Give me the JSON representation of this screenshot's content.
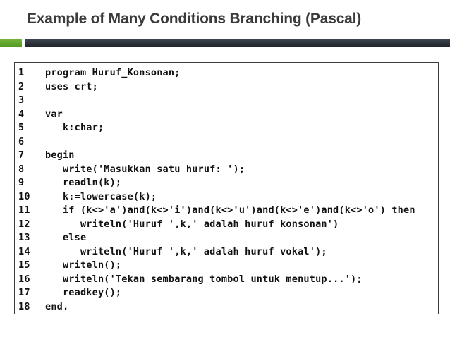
{
  "slide": {
    "title": "Example of Many Conditions Branching (Pascal)"
  },
  "colors": {
    "accent_green": "#5fa82d",
    "accent_dark": "#272c33",
    "title_text": "#3a3a3a",
    "code_text": "#111111",
    "border": "#3c3c3c"
  },
  "code": {
    "language": "Pascal",
    "lines": [
      {
        "num": "1",
        "text": "program Huruf_Konsonan;"
      },
      {
        "num": "2",
        "text": "uses crt;"
      },
      {
        "num": "3",
        "text": ""
      },
      {
        "num": "4",
        "text": "var"
      },
      {
        "num": "5",
        "text": "   k:char;"
      },
      {
        "num": "6",
        "text": ""
      },
      {
        "num": "7",
        "text": "begin"
      },
      {
        "num": "8",
        "text": "   write('Masukkan satu huruf: ');"
      },
      {
        "num": "9",
        "text": "   readln(k);"
      },
      {
        "num": "10",
        "text": "   k:=lowercase(k);"
      },
      {
        "num": "11",
        "text": "   if (k<>'a')and(k<>'i')and(k<>'u')and(k<>'e')and(k<>'o') then"
      },
      {
        "num": "12",
        "text": "      writeln('Huruf ',k,' adalah huruf konsonan')"
      },
      {
        "num": "13",
        "text": "   else"
      },
      {
        "num": "14",
        "text": "      writeln('Huruf ',k,' adalah huruf vokal');"
      },
      {
        "num": "15",
        "text": "   writeln();"
      },
      {
        "num": "16",
        "text": "   writeln('Tekan sembarang tombol untuk menutup...');"
      },
      {
        "num": "17",
        "text": "   readkey();"
      },
      {
        "num": "18",
        "text": "end."
      }
    ]
  }
}
